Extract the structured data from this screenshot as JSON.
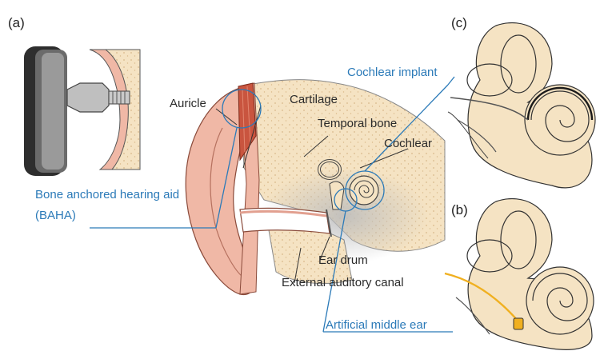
{
  "panels": {
    "a": "(a)",
    "b": "(b)",
    "c": "(c)"
  },
  "labels": {
    "auricle": "Auricle",
    "cartilage": "Cartilage",
    "temporal_bone": "Temporal bone",
    "cochlear": "Cochlear",
    "ear_drum": "Ear drum",
    "external_auditory_canal": "External auditory canal"
  },
  "devices": {
    "cochlear_implant": "Cochlear implant",
    "baha_line1": "Bone anchored hearing aid",
    "baha_line2": "(BAHA)",
    "artificial_middle_ear": "Artificial middle ear"
  },
  "colors": {
    "device_blue": "#2b7ab8",
    "bone": "#f5e3c3",
    "skin": "#f0b8a6",
    "muscle": "#c9553f",
    "electrode": "#f0b020"
  }
}
